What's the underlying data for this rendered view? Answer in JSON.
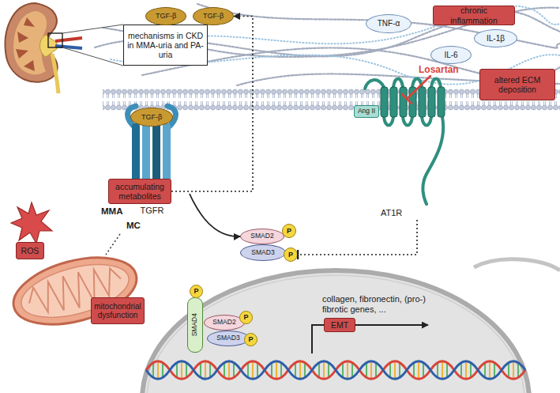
{
  "diagram": {
    "nodes": [
      {
        "text": [
          "mechanisms in CKD in MMA-uria and PA-uria"
        ]
      },
      {
        "text": [
          "TGF-β"
        ]
      },
      {
        "text": [
          "TGF-β"
        ]
      },
      {
        "text": [
          "TNF-α"
        ]
      },
      {
        "text": [
          "chronic inflammation"
        ]
      },
      {
        "text": [
          "IL-1β"
        ]
      },
      {
        "text": [
          "IL-6"
        ]
      },
      {
        "text": [
          "altered ECM deposition"
        ]
      },
      {
        "text": [
          "TGFR"
        ]
      },
      {
        "text": [
          "TGF-β"
        ],
        "in": 8
      },
      {
        "text": [
          "AT1R"
        ]
      },
      {
        "text": [
          "Ang II"
        ],
        "in": 10
      },
      {
        "text": [
          "accumulating metabolites"
        ]
      },
      {
        "text": [
          "SMAD2"
        ]
      },
      {
        "text": [
          "P"
        ]
      },
      {
        "text": [
          "SMAD3"
        ]
      },
      {
        "text": [
          "P"
        ]
      },
      {
        "text": [
          "ROS"
        ]
      },
      {
        "text": [
          "mitochondrial dysfunction"
        ]
      },
      {
        "text": [
          "SMAD4"
        ]
      },
      {
        "text": [
          "P"
        ]
      },
      {
        "text": [
          "SMAD2"
        ]
      },
      {
        "text": [
          "P"
        ]
      },
      {
        "text": [
          "SMAD3"
        ]
      },
      {
        "text": [
          "P"
        ]
      },
      {
        "text": [
          "EMT"
        ]
      }
    ],
    "edges": [
      {
        "from": 12,
        "to": 2,
        "arrow": "to"
      },
      {
        "from": 8,
        "to": 13,
        "arrow": "to"
      },
      {
        "from": 10,
        "to": 16,
        "arrow": "to"
      }
    ],
    "labels": [
      "Losartan",
      "MMA",
      "MC",
      "collagen, fibronectin, (pro-) fibrotic genes, ..."
    ]
  }
}
